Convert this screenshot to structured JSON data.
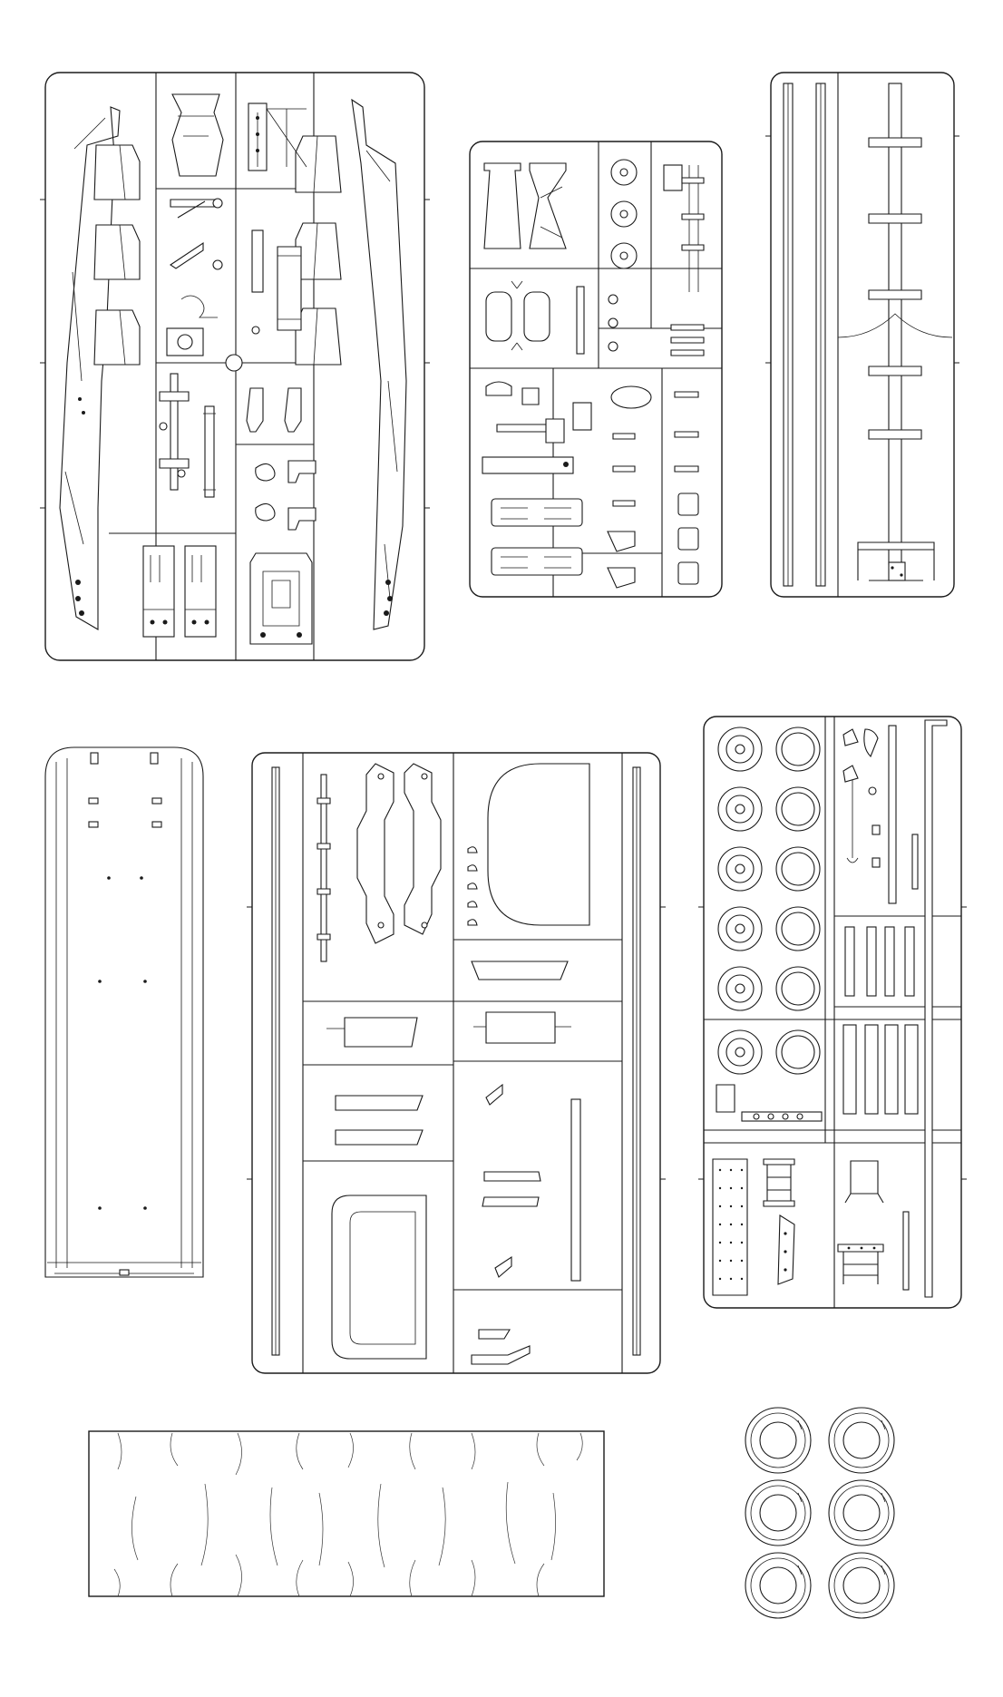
{
  "diagram": {
    "sprues": [
      {
        "id": "sprue-chassis-rails"
      },
      {
        "id": "sprue-axles-tanks"
      },
      {
        "id": "sprue-long-beam"
      },
      {
        "id": "trailer-floor"
      },
      {
        "id": "sprue-bodywork"
      },
      {
        "id": "sprue-wheels"
      },
      {
        "id": "tarpaulin-sheet"
      },
      {
        "id": "tyres"
      }
    ],
    "wheel_rim_count": 6,
    "wheel_tyre_count": 6,
    "loose_tyre_count": 6
  },
  "colors": {
    "ink": "#1a1a1a",
    "paper": "#ffffff"
  }
}
